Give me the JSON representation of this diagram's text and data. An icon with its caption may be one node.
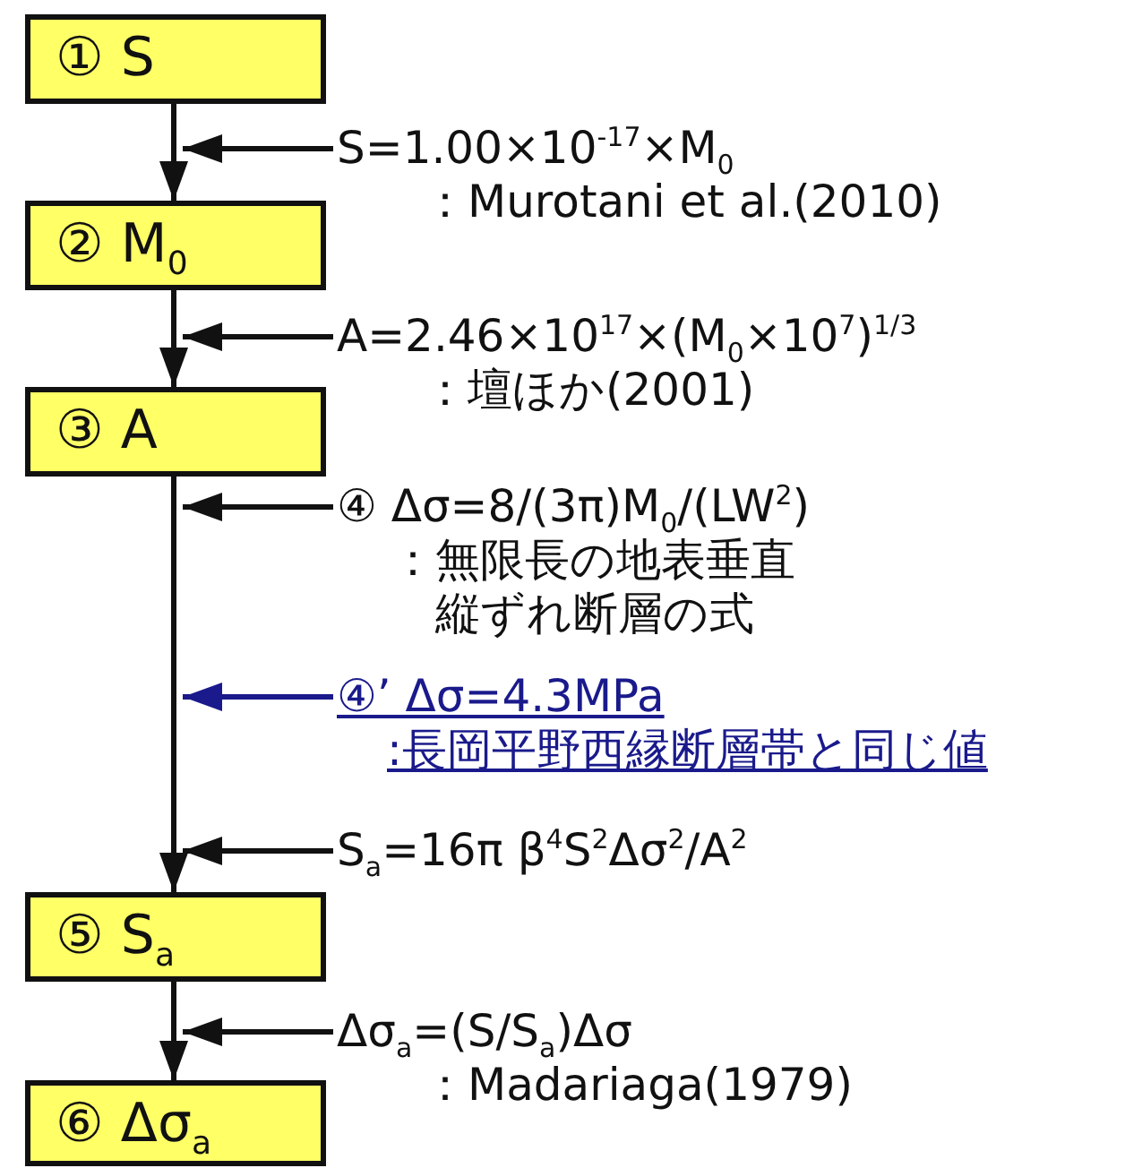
{
  "diagram": {
    "nodes": [
      {
        "text": [
          "① S"
        ]
      },
      {
        "text": [
          "S=1.00×10$^{-17}$×M$_{0}$",
          "：Murotani et al.(2010)"
        ]
      },
      {
        "text": [
          "② M$_{0}$"
        ]
      },
      {
        "text": [
          "A=2.46×10$^{17}$×(M$_{0}$×10$^{7}$)$^{1/3}$",
          "：壇ほか(2001)"
        ]
      },
      {
        "text": [
          "③ A"
        ]
      },
      {
        "text": [
          "④ Δσ=8/(3π)M$_{0}$/(LW$^{2}$)",
          "：無限長の地表垂直縦ずれ断層の式"
        ]
      },
      {
        "text": [
          "④’ Δσ=4.3MPa",
          ":長岡平野西縁断層帯と同じ値"
        ]
      },
      {
        "text": [
          "S$_{a}$=16π β$^{4}$S$^{2}$Δσ$^{2}$/A$^{2}$"
        ]
      },
      {
        "text": [
          "⑤ S$_{a}$"
        ]
      },
      {
        "text": [
          "Δσ$_{a}$=(S/S$_{a}$)Δσ",
          "：Madariaga(1979)"
        ]
      },
      {
        "text": [
          "⑥ Δσ$_{a}$"
        ]
      }
    ],
    "edges": [
      {
        "from": 0,
        "to": 2,
        "arrow": "to"
      },
      {
        "from": 1,
        "to": 0,
        "arrow": "to"
      },
      {
        "from": 2,
        "to": 4,
        "arrow": "to"
      },
      {
        "from": 3,
        "to": 2,
        "arrow": "to"
      },
      {
        "from": 4,
        "to": 8,
        "arrow": "to"
      },
      {
        "from": 5,
        "to": 4,
        "arrow": "to"
      },
      {
        "from": 6,
        "to": null,
        "arrow": "to",
        "color": "#1a1a8c"
      },
      {
        "from": 7,
        "to": 8,
        "arrow": "to"
      },
      {
        "from": 8,
        "to": 10,
        "arrow": "to"
      },
      {
        "from": 9,
        "to": 10,
        "arrow": "to"
      }
    ]
  }
}
